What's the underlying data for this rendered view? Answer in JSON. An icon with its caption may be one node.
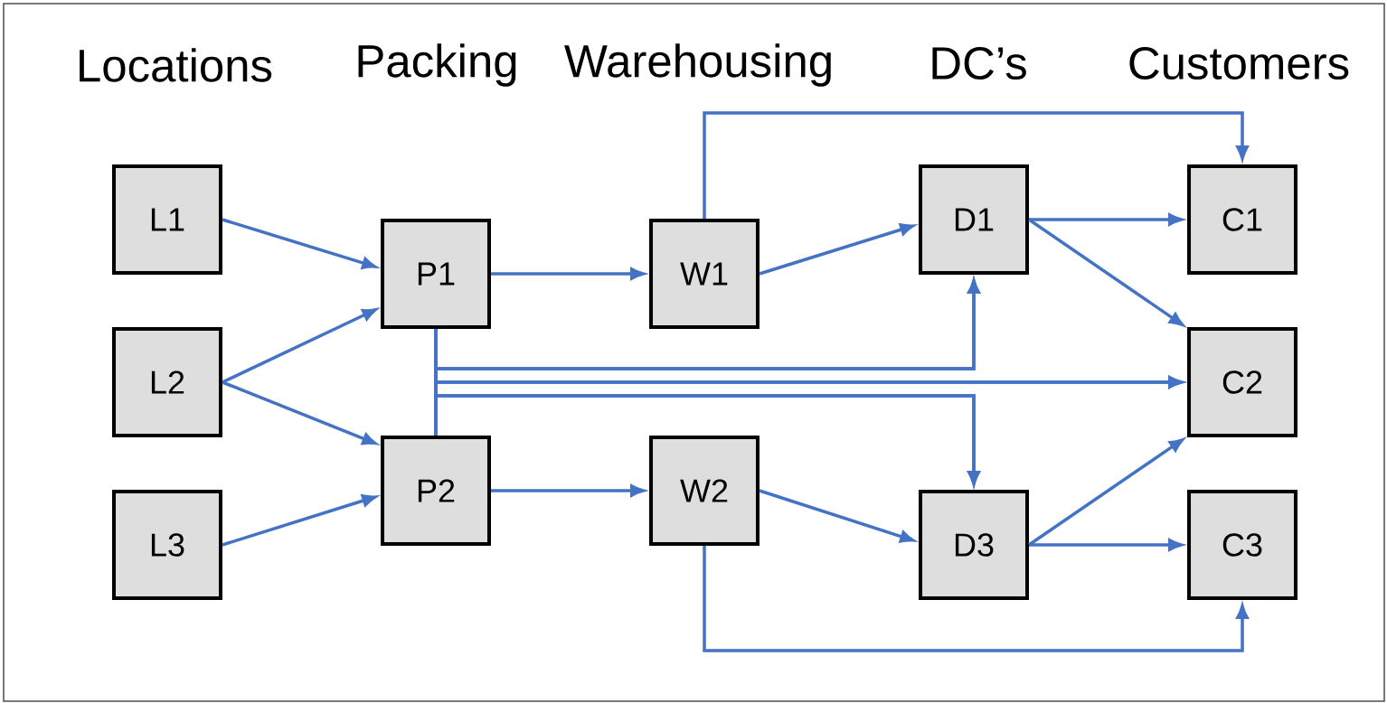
{
  "diagram": {
    "nodes": [
      {
        "text": [
          "L1"
        ]
      },
      {
        "text": [
          "L2"
        ]
      },
      {
        "text": [
          "L3"
        ]
      },
      {
        "text": [
          "P1"
        ]
      },
      {
        "text": [
          "P2"
        ]
      },
      {
        "text": [
          "W1"
        ]
      },
      {
        "text": [
          "W2"
        ]
      },
      {
        "text": [
          "D1"
        ]
      },
      {
        "text": [
          "D3"
        ]
      },
      {
        "text": [
          "C1"
        ]
      },
      {
        "text": [
          "C2"
        ]
      },
      {
        "text": [
          "C3"
        ]
      }
    ],
    "edges": [
      {
        "from": 0,
        "to": 3,
        "arrow": "to"
      },
      {
        "from": 1,
        "to": 3,
        "arrow": "to"
      },
      {
        "from": 1,
        "to": 4,
        "arrow": "to"
      },
      {
        "from": 2,
        "to": 4,
        "arrow": "to"
      },
      {
        "from": 3,
        "to": 5,
        "arrow": "to"
      },
      {
        "from": 4,
        "to": 6,
        "arrow": "to"
      },
      {
        "from": 5,
        "to": 7,
        "arrow": "to"
      },
      {
        "from": 6,
        "to": 8,
        "arrow": "to"
      },
      {
        "from": 5,
        "to": 9,
        "arrow": "to"
      },
      {
        "from": 6,
        "to": 11,
        "arrow": "to"
      },
      {
        "from": 7,
        "to": 9,
        "arrow": "to"
      },
      {
        "from": 7,
        "to": 10,
        "arrow": "to"
      },
      {
        "from": 8,
        "to": 10,
        "arrow": "to"
      },
      {
        "from": 8,
        "to": 11,
        "arrow": "to"
      },
      {
        "from": 3,
        "to": 7,
        "arrow": "to"
      },
      {
        "from": 4,
        "to": 7,
        "arrow": "to"
      },
      {
        "from": 3,
        "to": 10,
        "arrow": "to"
      },
      {
        "from": 4,
        "to": 10,
        "arrow": "to"
      },
      {
        "from": 3,
        "to": 8,
        "arrow": "to"
      },
      {
        "from": 4,
        "to": 8,
        "arrow": "to"
      }
    ],
    "labels": [
      "Locations",
      "Packing",
      "Warehousing",
      "DC’s",
      "Customers"
    ]
  }
}
